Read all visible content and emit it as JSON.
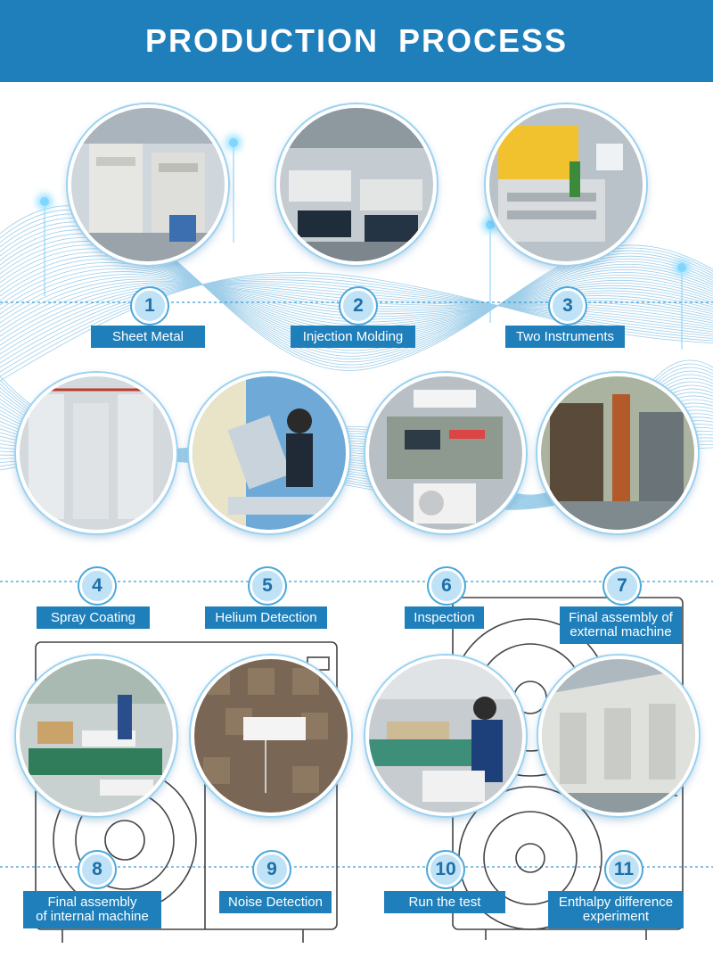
{
  "header": {
    "title": "PRODUCTION PROCESS"
  },
  "colors": {
    "banner": "#1f7fba",
    "badge_fill": "#bfe2f7",
    "badge_text": "#1f6fa8",
    "wave": "#4fa6d8"
  },
  "steps": [
    {
      "number": "1",
      "label": "Sheet Metal"
    },
    {
      "number": "2",
      "label": "Injection Molding"
    },
    {
      "number": "3",
      "label": "Two Instruments"
    },
    {
      "number": "4",
      "label": "Spray Coating"
    },
    {
      "number": "5",
      "label": "Helium Detection"
    },
    {
      "number": "6",
      "label": "Inspection"
    },
    {
      "number": "7",
      "label_line1": "Final assembly of",
      "label_line2": "external machine"
    },
    {
      "number": "8",
      "label_line1": "Final assembly",
      "label_line2": "of internal machine"
    },
    {
      "number": "9",
      "label": "Noise Detection"
    },
    {
      "number": "10",
      "label": "Run the test"
    },
    {
      "number": "11",
      "label_line1": "Enthalpy difference",
      "label_line2": "experiment"
    }
  ]
}
